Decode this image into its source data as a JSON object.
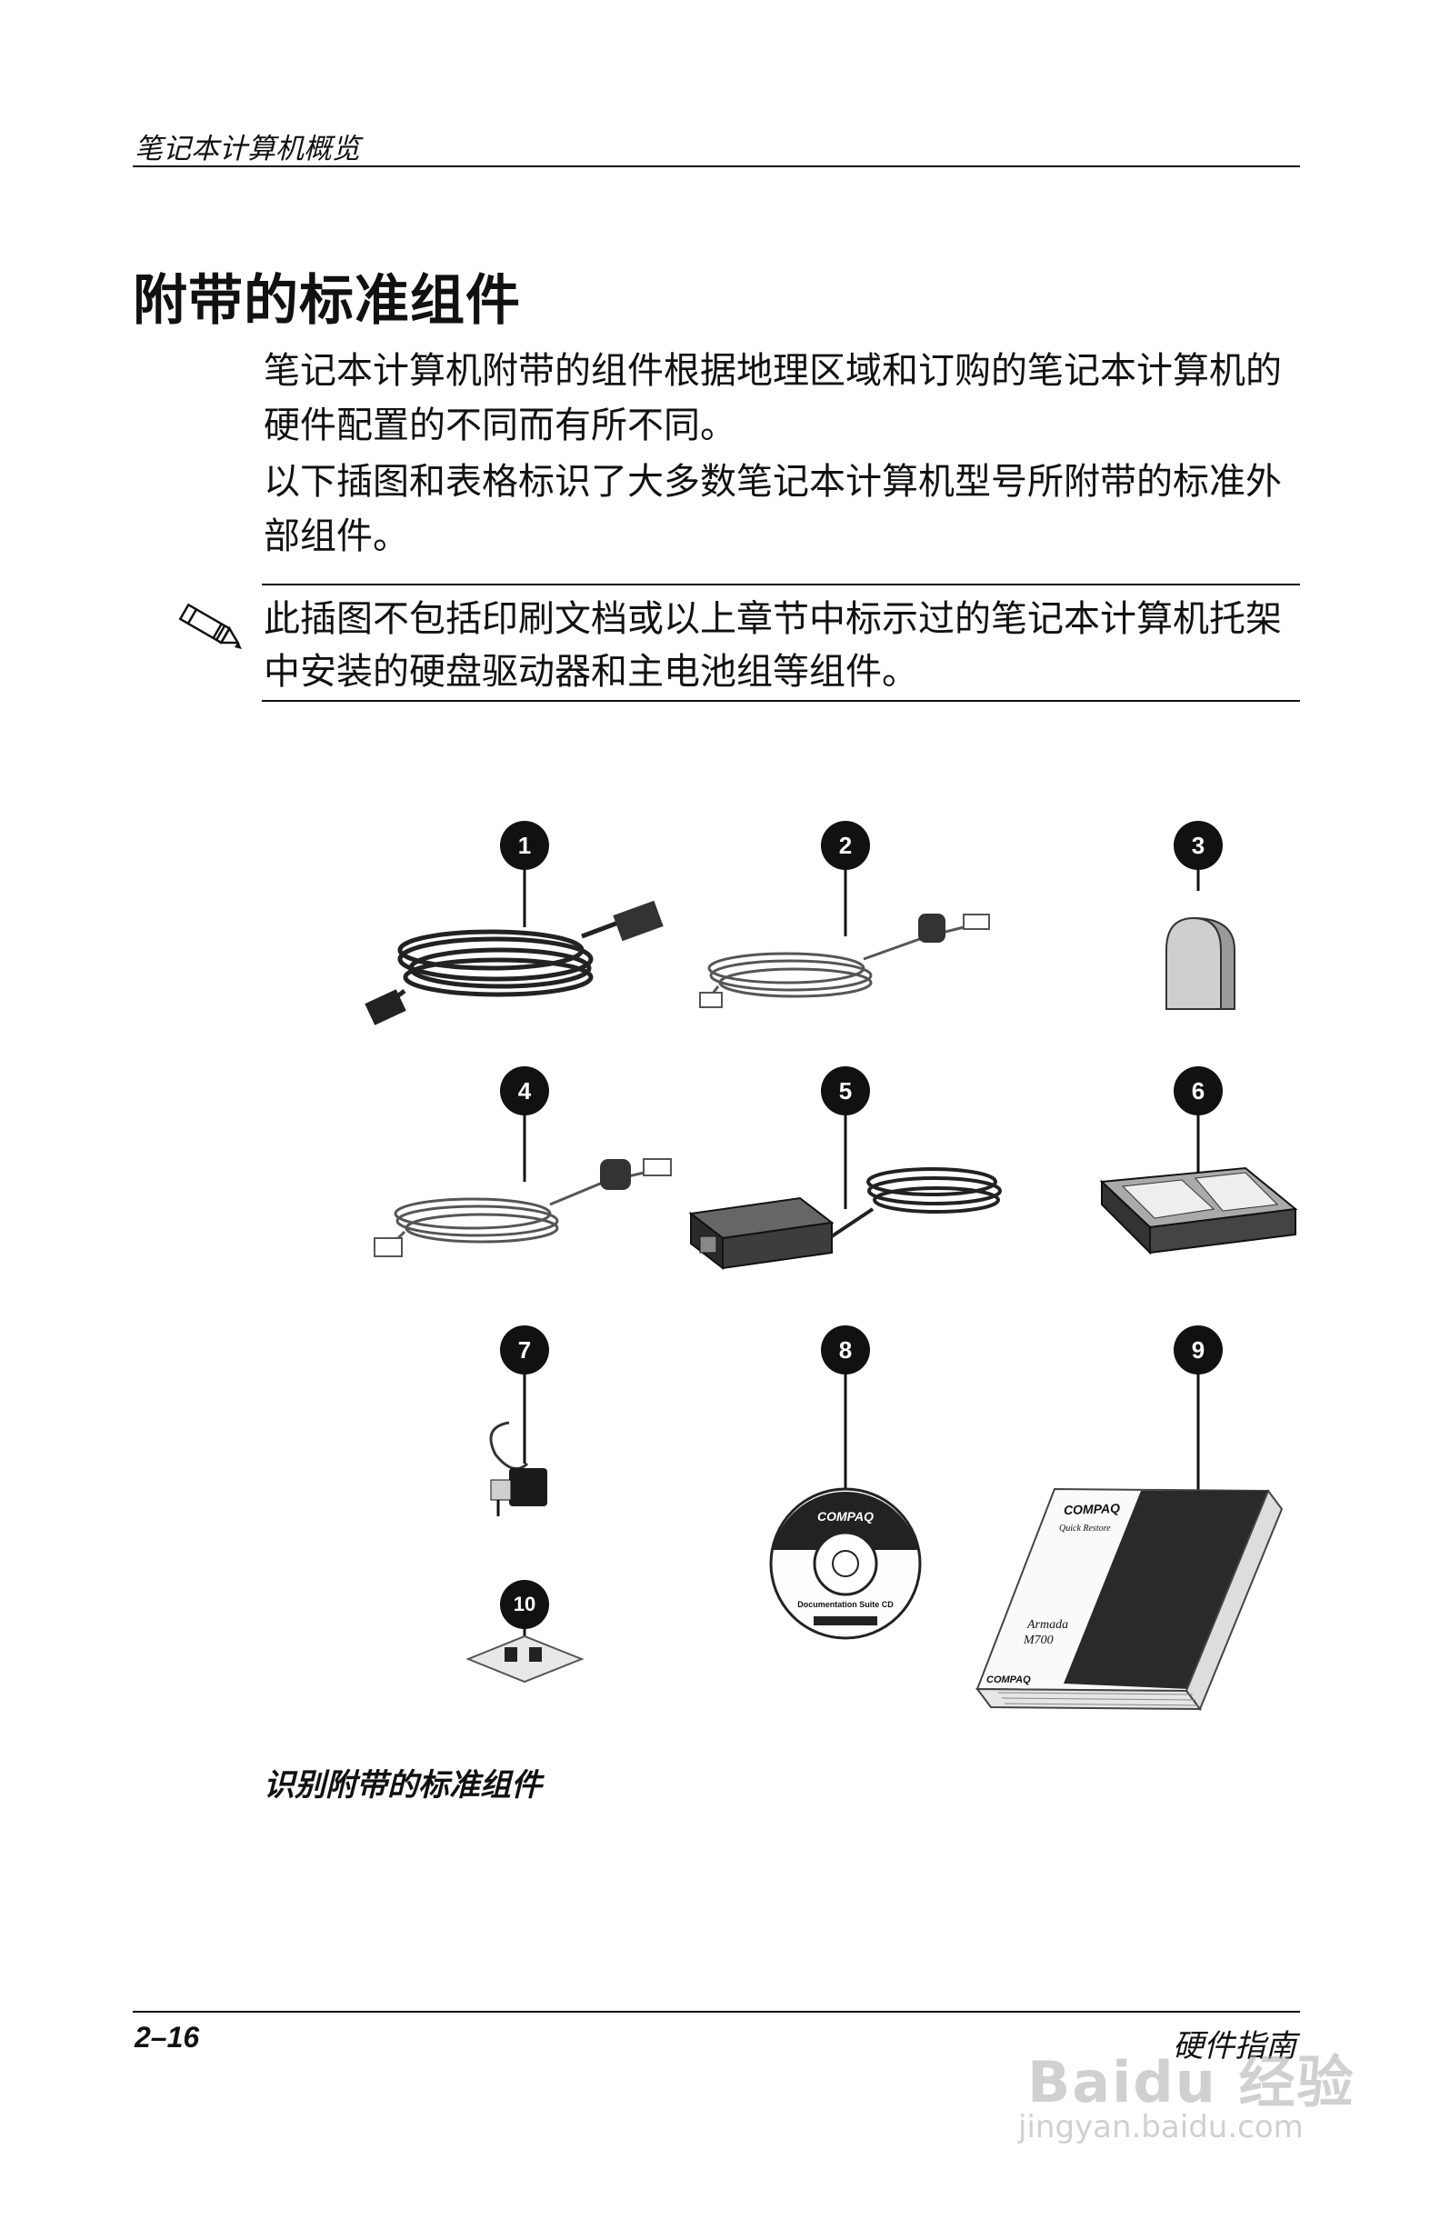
{
  "header": {
    "section": "笔记本计算机概览"
  },
  "section": {
    "title": "附带的标准组件"
  },
  "body": {
    "paragraphs": [
      "笔记本计算机附带的组件根据地理区域和订购的笔记本计算机的硬件配置的不同而有所不同。",
      "以下插图和表格标识了大多数笔记本计算机型号所附带的标准外部组件。"
    ],
    "note": "此插图不包括印刷文档或以上章节中标示过的笔记本计算机托架中安装的硬盘驱动器和主电池组等组件。"
  },
  "figure": {
    "callouts": [
      "1",
      "2",
      "3",
      "4",
      "5",
      "6",
      "7",
      "8",
      "9",
      "10"
    ],
    "cd": {
      "brand": "COMPAQ",
      "label": "Documentation Suite CD"
    },
    "book": {
      "brand": "COMPAQ",
      "subtitle": "Quick Restore",
      "model_line1": "Armada",
      "model_line2": "M700"
    },
    "caption": "识别附带的标准组件"
  },
  "footer": {
    "page_number": "2–16",
    "book_title": "硬件指南"
  },
  "watermark": {
    "logo": "Baidu 经验",
    "url": "jingyan.baidu.com"
  }
}
